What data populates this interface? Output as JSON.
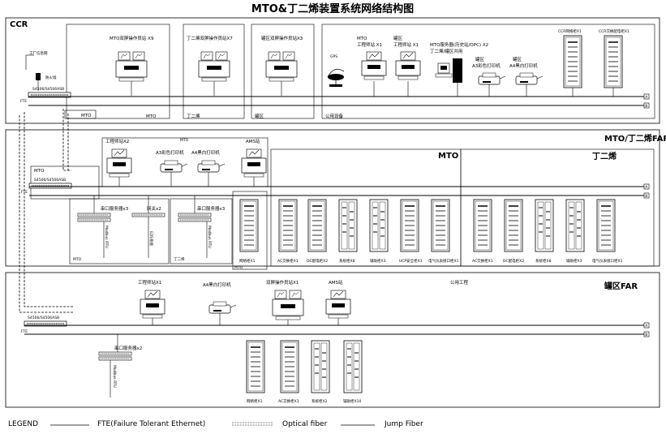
{
  "title": "MTO&丁二烯装置系统网络结构图",
  "zones": {
    "ccr": "CCR",
    "far_mto": "MTO/丁二烯FAR",
    "far_tank": "罐区FAR",
    "mto_header": "MTO",
    "bd_header": "丁二烯"
  },
  "ccr": {
    "mto_op_station": "MTO双屏操作员站 X9",
    "bd_op_station": "丁二烯双屏操作员站X7",
    "tank_op_station": "罐区双屏操作员站X3",
    "mto_eng": "MTO",
    "mto_eng2": "工程师站 X1",
    "tank_eng": "罐区",
    "tank_eng2": "工程师站 X1",
    "gps": "GPS",
    "history_server": "MTO服务器(历史站/OPC) X2",
    "history_server2": "丁二烯/罐区共用",
    "tank_color_printer": "罐区",
    "tank_color_printer2": "A3彩色打印机",
    "tank_bw_printer": "罐区",
    "tank_bw_printer2": "A4黑白打印机",
    "cab_a": "CCR网络柜X1",
    "cab_b": "CCR交换配电柜X1",
    "factory_net": "工厂信息网",
    "firewall": "防火墙",
    "switch_label": "S4506/S4506ASB",
    "fte": "FTE",
    "mto_box": "MTO",
    "grp_mto": "MTO",
    "grp_bd": "丁二烯",
    "grp_tank": "罐区",
    "grp_common": "公用设备"
  },
  "far1": {
    "eng_station": "工程师站X2",
    "mto_top": "MTO",
    "a3_color": "A3彩色打印机",
    "a4_bw": "A4黑白打印机",
    "ams": "AMS站",
    "mto_box": "MTO",
    "switch_label": "S4506/S4506ASB",
    "fte": "FTE",
    "serial1": "串口服务器x3",
    "gateway": "网关x2",
    "serial2": "串口服务器x3",
    "modbus": "Modbus RTU",
    "eds": "EDS系统",
    "mto_sub": "MTO",
    "bd_sub": "丁二烯",
    "net_cab": "网络柜X1",
    "mto_group": "MTO",
    "cabs": [
      "AC交换柜X1",
      "DC配电柜X2",
      "系统柜X8",
      "辅助柜X3",
      "UCP安全柜X1",
      "电气仪表接口柜X1"
    ],
    "bd_cabs": [
      "AC交换柜X1",
      "DC配电柜X2",
      "系统柜X8",
      "辅助柜X3",
      "电气仪表接口柜X1"
    ]
  },
  "far2": {
    "eng_station": "工程师站X1",
    "a4_bw": "A4黑白打印机",
    "op_station": "双屏操作员站X1",
    "ams": "AMS站",
    "common": "公用工程",
    "switch_label": "S4506/S4506ASB",
    "fte": "FTE",
    "serial": "串口服务器x2",
    "modbus": "Modbus RTU",
    "cabs": [
      "网络柜X1",
      "AC交换柜X1",
      "系统柜X2",
      "辅助柜X10"
    ]
  },
  "legend": {
    "title": "LEGEND",
    "fte": "FTE(Failure Tolerant Ethernet)",
    "optical": "Optical fiber",
    "jump": "Jump Fiber"
  }
}
